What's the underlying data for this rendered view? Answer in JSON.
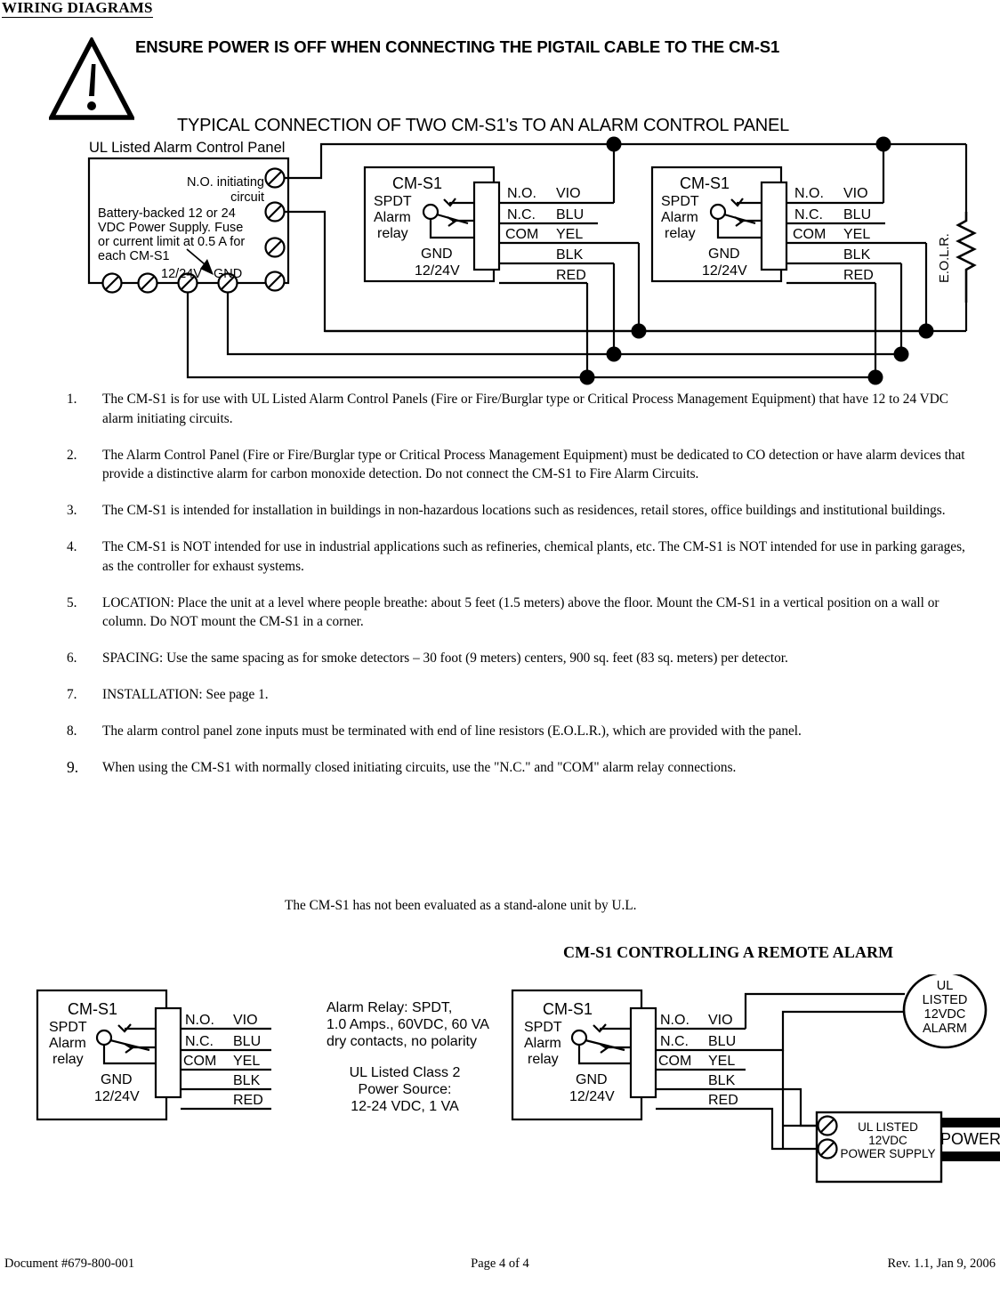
{
  "header": {
    "section_title": "WIRING DIAGRAMS",
    "warning_banner": "ENSURE POWER IS OFF WHEN CONNECTING THE PIGTAIL CABLE TO THE CM-S1",
    "diagram1_title": "TYPICAL CONNECTION OF TWO CM-S1's TO AN ALARM CONTROL PANEL"
  },
  "diagram_top": {
    "panel": {
      "caption": "UL Listed Alarm Control Panel",
      "no_initiating_line1": "N.O. initiating",
      "no_initiating_line2": "circuit",
      "supply_note_line1": "Battery-backed 12 or 24",
      "supply_note_line2": "VDC Power Supply. Fuse",
      "supply_note_line3": "or current limit at 0.5 A for",
      "supply_note_line4": "each CM-S1",
      "terminal_12_24v": "12/24V",
      "terminal_gnd": "GND"
    },
    "module": {
      "name": "CM-S1",
      "relay_line1": "SPDT",
      "relay_line2": "Alarm",
      "relay_line3": "relay",
      "gnd": "GND",
      "supply": "12/24V",
      "leads": [
        {
          "terminal": "N.O.",
          "color": "VIO"
        },
        {
          "terminal": "N.C.",
          "color": "BLU"
        },
        {
          "terminal": "COM",
          "color": "YEL"
        },
        {
          "terminal": "",
          "color": "BLK"
        },
        {
          "terminal": "",
          "color": "RED"
        }
      ]
    },
    "eolr_label": "E.O.L.R."
  },
  "instructions": [
    {
      "num": "1.",
      "text": "The CM-S1 is for use with UL Listed Alarm Control Panels (Fire or Fire/Burglar type or Critical Process Management Equipment) that have 12 to 24 VDC alarm initiating circuits."
    },
    {
      "num": "2.",
      "text": "The Alarm Control Panel (Fire or Fire/Burglar type or Critical Process Management Equipment) must be dedicated to CO detection or have alarm devices that provide a distinctive alarm for carbon monoxide detection. Do not connect the CM-S1 to Fire Alarm Circuits."
    },
    {
      "num": "3.",
      "text": "The CM-S1 is intended for installation in buildings in non-hazardous locations such as residences, retail stores, office buildings and institutional buildings."
    },
    {
      "num": "4.",
      "text": "The CM-S1 is NOT intended for use in industrial applications such as refineries, chemical plants, etc. The CM-S1 is NOT intended for use in parking garages, as the controller for exhaust systems."
    },
    {
      "num": "5.",
      "text": "LOCATION: Place the unit at a level where people breathe: about 5 feet (1.5 meters) above the floor. Mount the CM-S1 in a vertical position on a wall or column. Do NOT mount the CM-S1 in a corner."
    },
    {
      "num": "6.",
      "text": "SPACING: Use the same spacing as for smoke detectors – 30 foot (9 meters) centers, 900 sq. feet (83 sq. meters) per detector."
    },
    {
      "num": "7.",
      "text": "INSTALLATION: See page 1."
    },
    {
      "num": "8.",
      "text": "The alarm control panel zone inputs must be terminated with end of line resistors (E.O.L.R.), which are provided with the panel."
    },
    {
      "num": "9.",
      "text": "When using the CM-S1 with normally closed initiating circuits, use the \"N.C.\" and \"COM\" alarm relay connections."
    }
  ],
  "standalone_note": "The CM-S1 has not been evaluated as a stand-alone unit by U.L.",
  "diagram2_title": "CM-S1 CONTROLLING A REMOTE ALARM",
  "diagram_bottom": {
    "module": {
      "name": "CM-S1",
      "relay_line1": "SPDT",
      "relay_line2": "Alarm",
      "relay_line3": "relay",
      "gnd": "GND",
      "supply": "12/24V",
      "leads": [
        {
          "terminal": "N.O.",
          "color": "VIO"
        },
        {
          "terminal": "N.C.",
          "color": "BLU"
        },
        {
          "terminal": "COM",
          "color": "YEL"
        },
        {
          "terminal": "",
          "color": "BLK"
        },
        {
          "terminal": "",
          "color": "RED"
        }
      ]
    },
    "specs": {
      "relay_line1": "Alarm Relay: SPDT,",
      "relay_line2": "1.0 Amps., 60VDC, 60 VA",
      "relay_line3": "dry contacts, no polarity",
      "power_line1": "UL Listed Class 2",
      "power_line2": "Power Source:",
      "power_line3": "12-24 VDC, 1 VA"
    },
    "alarm_circle": {
      "line1": "UL",
      "line2": "LISTED",
      "line3": "12VDC",
      "line4": "ALARM"
    },
    "power_supply_box": {
      "line1": "UL LISTED",
      "line2": "12VDC",
      "line3": "POWER SUPPLY"
    },
    "power_label": "POWER"
  },
  "footer": {
    "document": "Document #679-800-001",
    "page": "Page 4 of 4",
    "revision": "Rev. 1.1, Jan 9, 2006"
  },
  "colors": {
    "ink": "#000000",
    "paper": "#ffffff"
  }
}
